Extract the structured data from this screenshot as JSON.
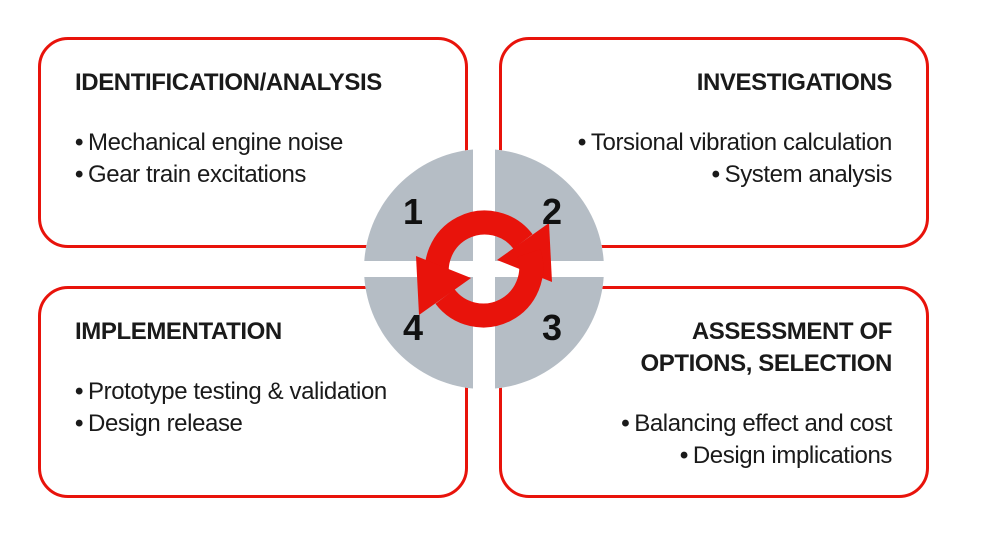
{
  "stages": [
    {
      "number": "1",
      "title": "IDENTIFICATION/ANALYSIS",
      "bullets": [
        "Mechanical engine noise",
        "Gear train excitations"
      ]
    },
    {
      "number": "2",
      "title": "INVESTIGATIONS",
      "bullets": [
        "Torsional vibration calculation",
        "System analysis"
      ]
    },
    {
      "number": "3",
      "title": "ASSESSMENT OF\nOPTIONS, SELECTION",
      "bullets": [
        "Balancing effect and cost",
        "Design implications"
      ]
    },
    {
      "number": "4",
      "title": "IMPLEMENTATION",
      "bullets": [
        "Prototype testing & validation",
        "Design release"
      ]
    }
  ],
  "hub": {
    "icon": "cycle-arrows-icon",
    "quadrant_numbers": [
      "1",
      "2",
      "3",
      "4"
    ]
  },
  "colors": {
    "accent_red": "#e8130b",
    "quadrant_gray": "#b5bdc5",
    "text_black": "#1a1a1a",
    "background": "#ffffff"
  }
}
